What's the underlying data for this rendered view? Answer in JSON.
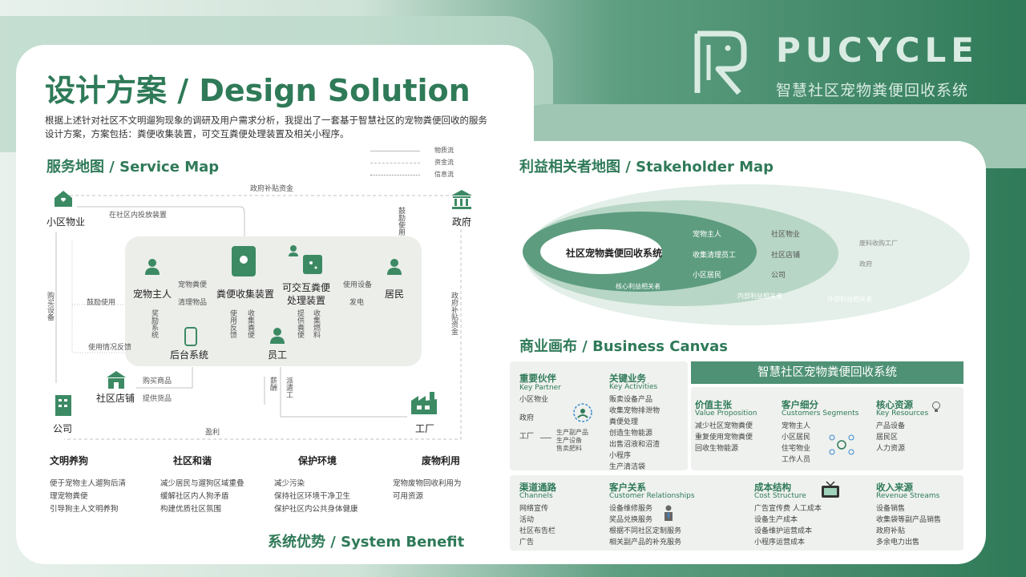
{
  "brand": {
    "name": "PUCYCLE",
    "subtitle": "智慧社区宠物粪便回收系统"
  },
  "title": "设计方案 / Design Solution",
  "intro": "根据上述针对社区不文明遛狗现象的调研及用户需求分析，我提出了一套基于智慧社区的宠物粪便回收的服务设计方案，方案包括：粪便收集装置，可交互粪便处理装置及相关小程序。",
  "service_map": {
    "title": "服务地图 / Service Map",
    "legend": [
      "物质流",
      "资金流",
      "信息流"
    ],
    "nodes": {
      "property": "小区物业",
      "gov": "政府",
      "owner": "宠物主人",
      "collector": "粪便收集装置",
      "processor1": "可交互粪便",
      "processor2": "处理装置",
      "resident": "居民",
      "backend": "后台系统",
      "worker": "员工",
      "shop": "社区店铺",
      "company": "公司",
      "factory": "工厂"
    },
    "edges": {
      "subsidy": "政府补贴资金",
      "place": "在社区内投放装置",
      "encourage_use": "鼓励使用",
      "gov_subsidy": "政府补贴资金",
      "buy_device": "购买设备",
      "encourage": "鼓励使用",
      "sell_feces": "宠物粪便",
      "clean": "清理物品",
      "use_device": "使用设备",
      "power": "发电",
      "reward": "奖励系统",
      "use_feedback": "使用反馈",
      "collect_feces": "收集粪便",
      "collect_fuel": "收集燃料",
      "collect_feces2": "提供粪便",
      "usage_feedback": "使用情况反馈",
      "buy_goods": "购买商品",
      "supply_goods": "提供货品",
      "salary": "薪酬",
      "send_work": "派遣工",
      "profit": "盈利"
    }
  },
  "benefits": {
    "title": "系统优势 / System Benefit",
    "columns": [
      {
        "head": "文明养狗",
        "items": [
          "便于宠物主人遛狗后清",
          "理宠物粪便",
          "引导狗主人文明养狗"
        ]
      },
      {
        "head": "社区和谐",
        "items": [
          "减少居民与遛狗区域重叠",
          "缓解社区内人狗矛盾",
          "构建优质社区氛围"
        ]
      },
      {
        "head": "保护环境",
        "items": [
          "减少污染",
          "保持社区环境干净卫生",
          "保护社区内公共身体健康"
        ]
      },
      {
        "head": "废物利用",
        "items": [
          "宠物废物回收利用为",
          "可用资源"
        ]
      }
    ]
  },
  "stakeholder": {
    "title": "利益相关者地图 / Stakeholder Map",
    "core": "社区宠物粪便回收系统",
    "core_ring": [
      "宠物主人",
      "收集清理员工",
      "小区居民"
    ],
    "inner_ring": [
      "社区物业",
      "社区店铺",
      "公司"
    ],
    "outer_ring": [
      "废料收购工厂",
      "政府"
    ],
    "labels": [
      "核心利益相关者",
      "内部利益相关者",
      "外部利益相关者"
    ]
  },
  "canvas": {
    "title": "商业画布 / Business Canvas",
    "banner": "智慧社区宠物粪便回收系统",
    "key_partner": {
      "h": "重要伙伴",
      "e": "Key Partner",
      "items": [
        "小区物业",
        "政府",
        "工厂"
      ],
      "factory_items": [
        "生产副产品",
        "生产设备",
        "售卖肥料"
      ]
    },
    "key_activities": {
      "h": "关键业务",
      "e": "Key Activities",
      "items": [
        "贩卖设备产品",
        "收集宠物排泄物",
        "粪便处理",
        "创造生物能源",
        "出售沼液和沼渣",
        "小程序",
        "生产清洁袋"
      ]
    },
    "value": {
      "h": "价值主张",
      "e": "Value Proposition",
      "items": [
        "减少社区宠物粪便",
        "重复使用宠物粪便",
        "回收生物能源"
      ]
    },
    "segments": {
      "h": "客户细分",
      "e": "Customers Segments",
      "items": [
        "宠物主人",
        "小区居民",
        "住宅物业",
        "工作人员"
      ]
    },
    "resources": {
      "h": "核心资源",
      "e": "Key Resources",
      "items": [
        "产品设备",
        "居民区",
        "人力资源"
      ]
    },
    "channels": {
      "h": "渠道通路",
      "e": "Channels",
      "items": [
        "网络宣传",
        "活动",
        "社区布告栏",
        "广告"
      ]
    },
    "relationships": {
      "h": "客户关系",
      "e": "Customer Relationships",
      "items": [
        "设备维修服务",
        "奖品兑换服务",
        "根据不同社区定制服务",
        "相关副产品的补充服务"
      ]
    },
    "cost": {
      "h": "成本结构",
      "e": "Cost Structure",
      "items": [
        "广告宣传费 人工成本",
        "设备生产成本",
        "设备维护运营成本",
        "小程序运营成本"
      ]
    },
    "revenue": {
      "h": "收入来源",
      "e": "Revenue Streams",
      "items": [
        "设备销售",
        "收集袋等副产品销售",
        "政府补贴",
        "多余电力出售"
      ]
    }
  },
  "colors": {
    "accent": "#2f7a58",
    "light": "#cfe3d8"
  }
}
